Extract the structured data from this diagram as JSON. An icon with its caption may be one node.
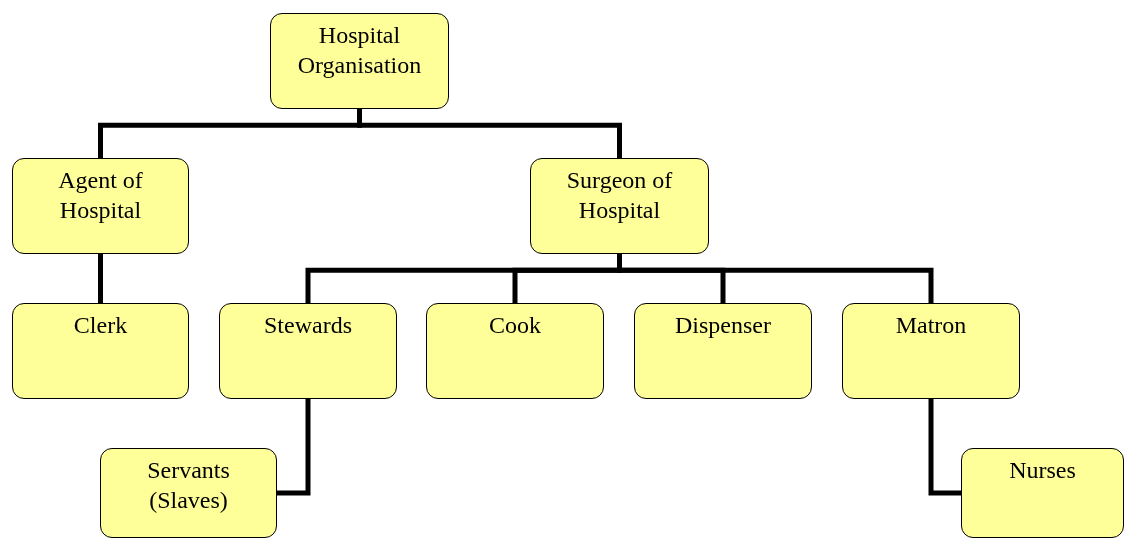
{
  "diagram": {
    "nodes": [
      {
        "text": [
          "Hospital Organisation"
        ]
      },
      {
        "text": [
          "Agent of Hospital"
        ]
      },
      {
        "text": [
          "Surgeon of Hospital"
        ]
      },
      {
        "text": [
          "Clerk"
        ]
      },
      {
        "text": [
          "Stewards"
        ]
      },
      {
        "text": [
          "Cook"
        ]
      },
      {
        "text": [
          "Dispenser"
        ]
      },
      {
        "text": [
          "Matron"
        ]
      },
      {
        "text": [
          "Servants (Slaves)"
        ]
      },
      {
        "text": [
          "Nurses"
        ]
      }
    ],
    "edges": [
      {
        "from": 0,
        "to": 1,
        "arrow": "none"
      },
      {
        "from": 0,
        "to": 2,
        "arrow": "none"
      },
      {
        "from": 1,
        "to": 3,
        "arrow": "none"
      },
      {
        "from": 2,
        "to": 4,
        "arrow": "none"
      },
      {
        "from": 2,
        "to": 5,
        "arrow": "none"
      },
      {
        "from": 2,
        "to": 6,
        "arrow": "none"
      },
      {
        "from": 2,
        "to": 7,
        "arrow": "none"
      },
      {
        "from": 4,
        "to": 8,
        "arrow": "none"
      },
      {
        "from": 7,
        "to": 9,
        "arrow": "none"
      }
    ]
  }
}
